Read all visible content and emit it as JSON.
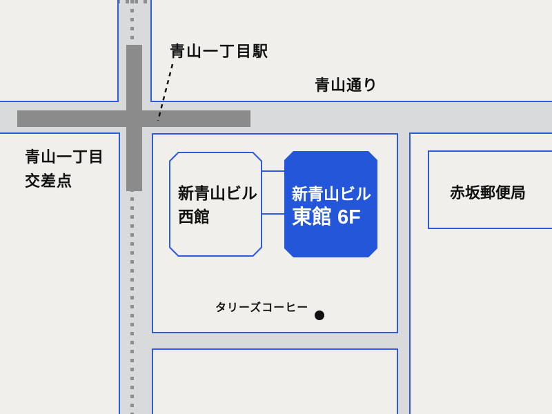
{
  "map": {
    "title_hint": "access-map",
    "labels": {
      "station": "青山一丁目駅",
      "street": "青山通り",
      "intersection_line1": "青山一丁目",
      "intersection_line2": "交差点",
      "west_building_line1": "新青山ビル",
      "west_building_line2": "西館",
      "east_building_line1": "新青山ビル",
      "east_building_line2": "東館 6F",
      "post_office": "赤坂郵便局",
      "coffee_shop": "タリーズコーヒー"
    },
    "colors": {
      "road": "#d8dadb",
      "block_fill": "#f0efeb",
      "block_border": "#2e5bdc",
      "highlight_building_fill": "#2456d9",
      "highlight_text": "#ffffff",
      "station_bar": "#8b8b8b",
      "centerline_dots": "#8e8e8e",
      "marker_dot": "#111111",
      "text": "#111111"
    }
  }
}
